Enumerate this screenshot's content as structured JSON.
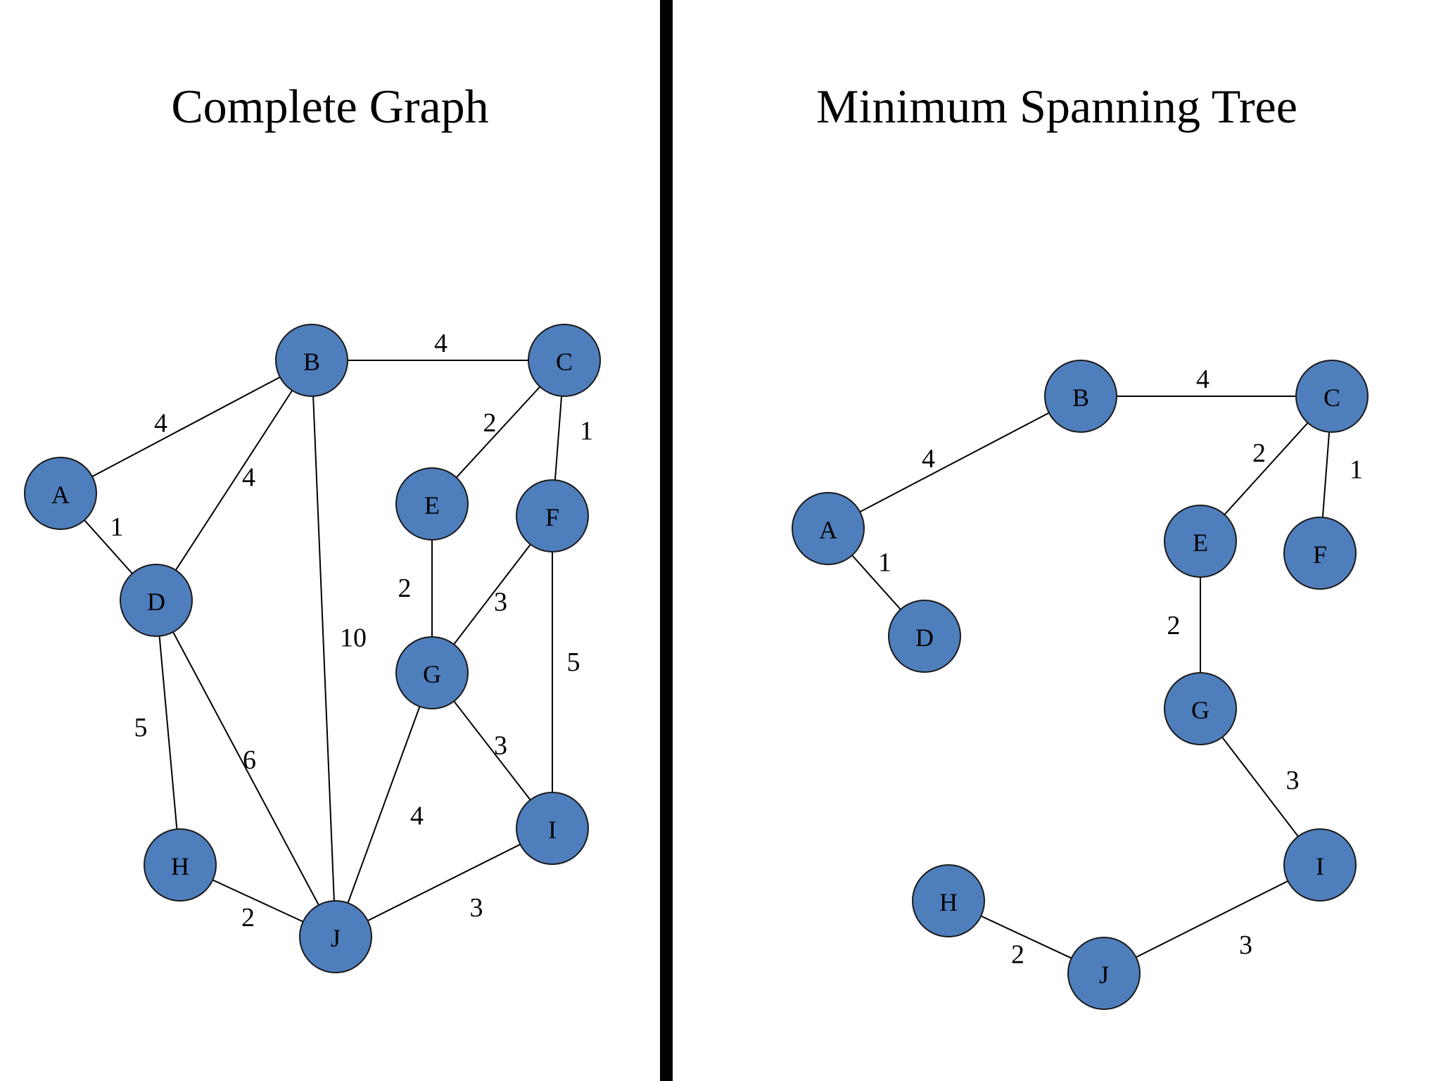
{
  "colors": {
    "node_fill": "#4f7ebc",
    "node_stroke": "#1a1a1a",
    "edge": "#000000",
    "text": "#000000",
    "divider": "#000000"
  },
  "panels": [
    {
      "title": "Complete Graph",
      "nodes": [
        "A",
        "B",
        "C",
        "D",
        "E",
        "F",
        "G",
        "H",
        "I",
        "J"
      ],
      "edges": [
        {
          "from": "A",
          "to": "B",
          "weight": "4"
        },
        {
          "from": "A",
          "to": "D",
          "weight": "1"
        },
        {
          "from": "B",
          "to": "C",
          "weight": "4"
        },
        {
          "from": "B",
          "to": "D",
          "weight": "4"
        },
        {
          "from": "B",
          "to": "J",
          "weight": "10"
        },
        {
          "from": "C",
          "to": "E",
          "weight": "2"
        },
        {
          "from": "C",
          "to": "F",
          "weight": "1"
        },
        {
          "from": "D",
          "to": "H",
          "weight": "5"
        },
        {
          "from": "D",
          "to": "J",
          "weight": "6"
        },
        {
          "from": "E",
          "to": "G",
          "weight": "2"
        },
        {
          "from": "F",
          "to": "G",
          "weight": "3"
        },
        {
          "from": "F",
          "to": "I",
          "weight": "5"
        },
        {
          "from": "G",
          "to": "I",
          "weight": "3"
        },
        {
          "from": "G",
          "to": "J",
          "weight": "4"
        },
        {
          "from": "H",
          "to": "J",
          "weight": "2"
        },
        {
          "from": "I",
          "to": "J",
          "weight": "3"
        }
      ]
    },
    {
      "title": "Minimum Spanning Tree",
      "nodes": [
        "A",
        "B",
        "C",
        "D",
        "E",
        "F",
        "G",
        "H",
        "I",
        "J"
      ],
      "edges": [
        {
          "from": "A",
          "to": "B",
          "weight": "4"
        },
        {
          "from": "A",
          "to": "D",
          "weight": "1"
        },
        {
          "from": "B",
          "to": "C",
          "weight": "4"
        },
        {
          "from": "C",
          "to": "E",
          "weight": "2"
        },
        {
          "from": "C",
          "to": "F",
          "weight": "1"
        },
        {
          "from": "E",
          "to": "G",
          "weight": "2"
        },
        {
          "from": "G",
          "to": "I",
          "weight": "3"
        },
        {
          "from": "H",
          "to": "J",
          "weight": "2"
        },
        {
          "from": "I",
          "to": "J",
          "weight": "3"
        }
      ]
    }
  ]
}
